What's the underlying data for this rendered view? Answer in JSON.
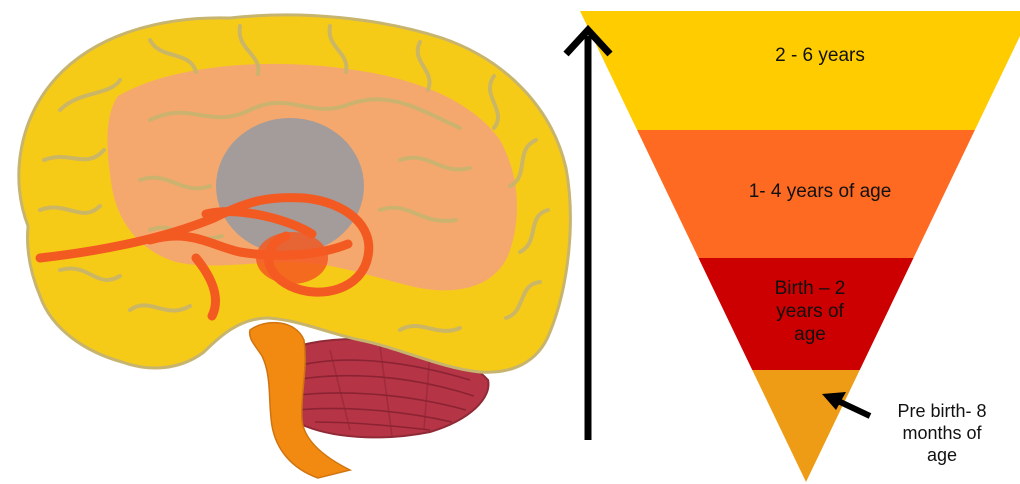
{
  "colors": {
    "layer_top": "#FFCC00",
    "layer_upper": "#FF6A22",
    "layer_lower": "#CC0000",
    "layer_bottom": "#EE9C16",
    "arrow": "#000000",
    "brain_cortex": "#F6CB17",
    "brain_outline": "#C7B46E",
    "brain_inner": "#F5A27E",
    "limbic": "#F35A22",
    "thalamus": "#9A9A9E",
    "cerebellum": "#B53446",
    "brainstem": "#F28A12"
  },
  "icons": {
    "illustration": "brain-illustration",
    "arrow": "up-arrow-icon",
    "pointer": "pointer-arrow-icon"
  },
  "triangle": {
    "layers": [
      {
        "id": "top",
        "label_lines": [
          "2 - 6 years"
        ]
      },
      {
        "id": "upper",
        "label_lines": [
          "1- 4 years of age"
        ]
      },
      {
        "id": "lower",
        "label_lines": [
          "Birth – 2",
          "years of",
          "age"
        ]
      },
      {
        "id": "bottom",
        "label_lines": [
          "Pre birth- 8",
          "months of",
          "age"
        ]
      }
    ]
  }
}
